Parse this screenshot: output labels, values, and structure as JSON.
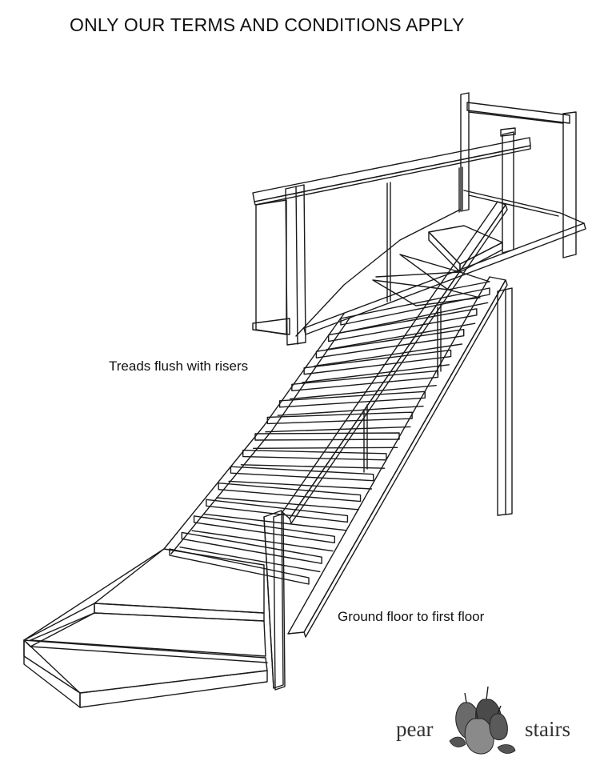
{
  "header": {
    "text": "ONLY OUR TERMS AND CONDITIONS APPLY"
  },
  "annotations": {
    "treads": "Treads flush with risers",
    "floors": "Ground floor to first floor"
  },
  "logo": {
    "word_left": "pear",
    "word_right": "stairs",
    "icon": "pear-cluster-icon"
  },
  "colors": {
    "line": "#1a1a1a",
    "background": "#ffffff",
    "logo": "#444444"
  }
}
